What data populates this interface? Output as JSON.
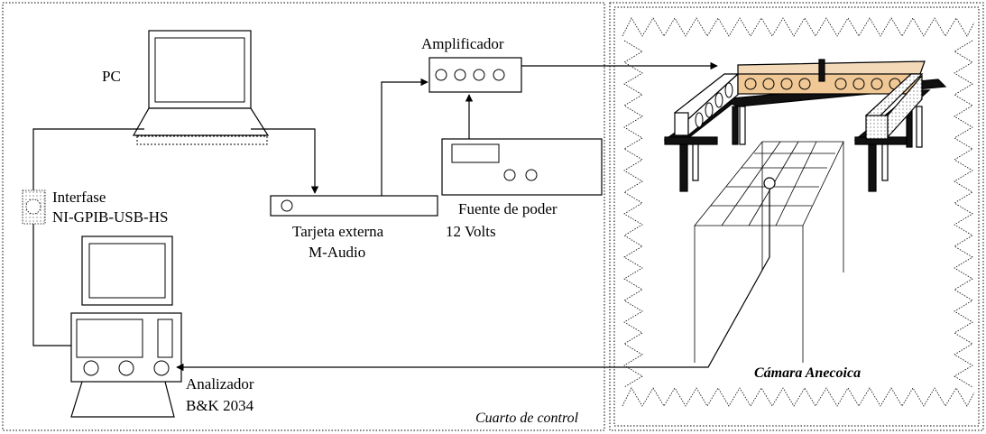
{
  "labels": {
    "pc": "PC",
    "amplifier": "Amplificador",
    "interface_line1": "Interfase",
    "interface_line2": "NI-GPIB-USB-HS",
    "sound_card_line1": "Tarjeta externa",
    "sound_card_line2": "M-Audio",
    "power_supply_line1": "Fuente de poder",
    "power_supply_line2": "12 Volts",
    "analyzer_line1": "Analizador",
    "analyzer_line2": "B&K 2034",
    "control_room": "Cuarto de control",
    "anechoic_chamber": "Cámara  Anecoica"
  }
}
